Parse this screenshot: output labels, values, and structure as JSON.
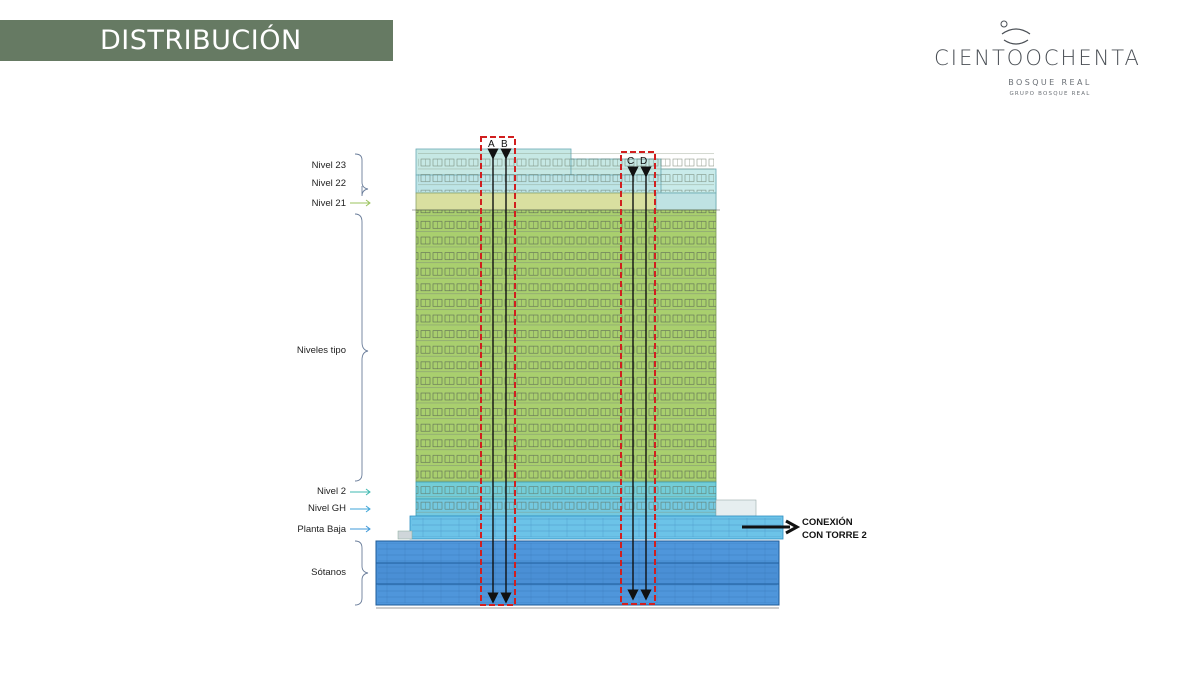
{
  "header": {
    "title": "DISTRIBUCIÓN"
  },
  "logo": {
    "wordmark": "CIENTOOCHENTA",
    "subtitle": "BOSQUE REAL",
    "group": "GRUPO BOSQUE REAL"
  },
  "levels": {
    "nivel_23": "Nivel 23",
    "nivel_22": "Nivel 22",
    "nivel_21": "Nivel 21",
    "niveles_tipo": "Niveles tipo",
    "nivel_2": "Nivel 2",
    "nivel_gh": "Nivel GH",
    "planta_baja": "Planta Baja",
    "sotanos": "Sótanos"
  },
  "cores": {
    "a": "A",
    "b": "B",
    "c": "C",
    "d": "D"
  },
  "connection": {
    "line1": "CONEXIÓN",
    "line2": "CON TORRE 2"
  },
  "colors": {
    "header_band": "#667a63",
    "green_floors": "#a9cf6e",
    "cyan_floors": "#6fcbe0",
    "top_floors": "#bfe6e6",
    "basement": "#4a90d6",
    "core_outline": "#d11f1f"
  }
}
